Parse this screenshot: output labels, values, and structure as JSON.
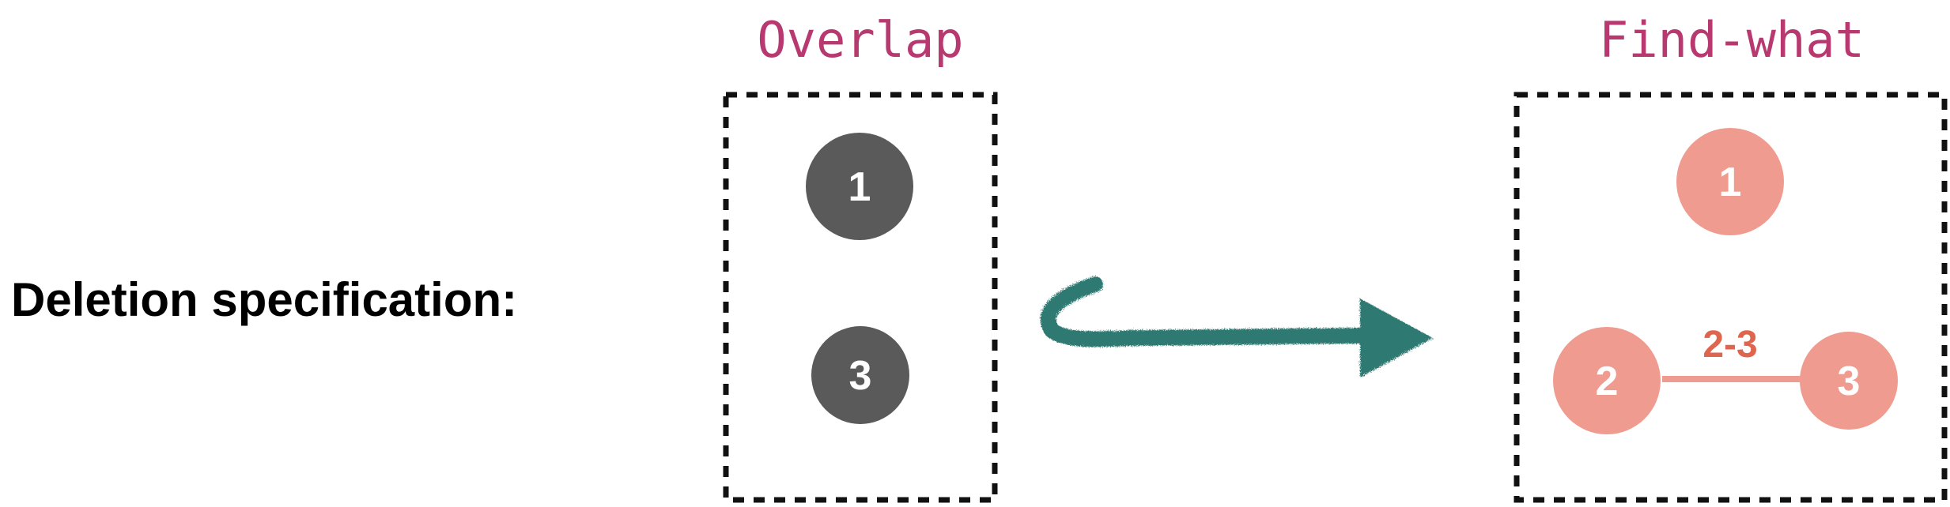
{
  "heading": "Deletion specification:",
  "overlap": {
    "title": "Overlap",
    "nodes": [
      "1",
      "3"
    ]
  },
  "find_what": {
    "title": "Find-what",
    "nodes": [
      "1",
      "2",
      "3"
    ],
    "edge_label": "2-3"
  },
  "colors": {
    "title_magenta": "#b8396f",
    "overlap_node": "#5a5a5a",
    "findwhat_node": "#f09b90",
    "edge_label": "#e0654e",
    "arrow": "#2f7a72",
    "border": "#111111"
  }
}
